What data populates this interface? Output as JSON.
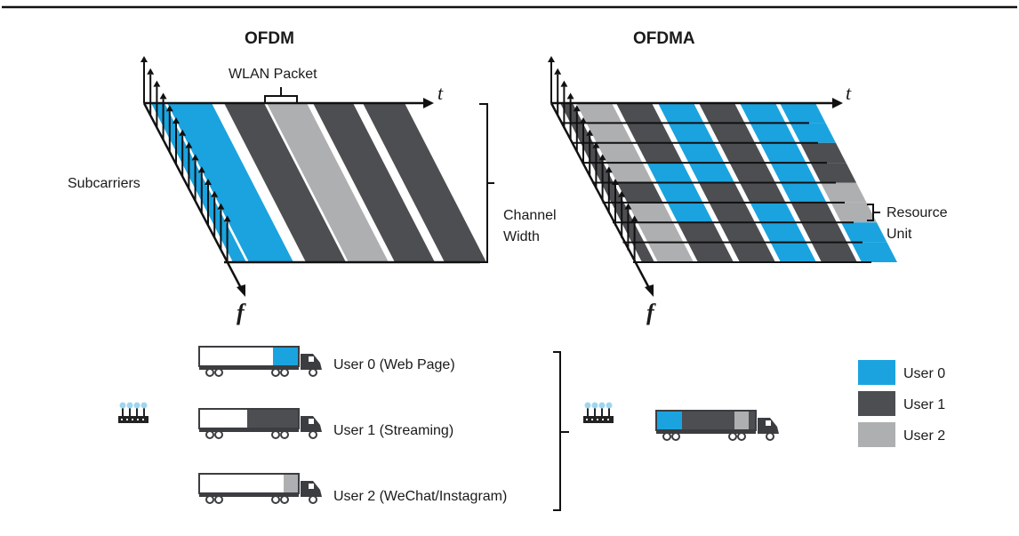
{
  "colors": {
    "user0": "#1aa3df",
    "user1": "#4d4e51",
    "user2": "#aeafb1",
    "line": "#111111"
  },
  "icons": {
    "router": "router-icon",
    "truck": "truck-icon"
  },
  "ofdm": {
    "title": "OFDM",
    "packet_label": "WLAN Packet",
    "t_label": "t",
    "f_label": "f",
    "subcarriers_label": "Subcarriers",
    "channel_width_label": [
      "Channel",
      "Width"
    ]
  },
  "ofdma": {
    "title": "OFDMA",
    "t_label": "t",
    "f_label": "f",
    "resource_unit_label": [
      "Resource",
      "Unit"
    ]
  },
  "users": [
    {
      "label": "User 0 (Web Page)",
      "color": "user0"
    },
    {
      "label": "User 1 (Streaming)",
      "color": "user1"
    },
    {
      "label": "User 2 (WeChat/Instagram)",
      "color": "user2"
    }
  ],
  "legend": [
    {
      "label": "User 0",
      "color": "user0"
    },
    {
      "label": "User 1",
      "color": "user1"
    },
    {
      "label": "User 2",
      "color": "user2"
    }
  ]
}
